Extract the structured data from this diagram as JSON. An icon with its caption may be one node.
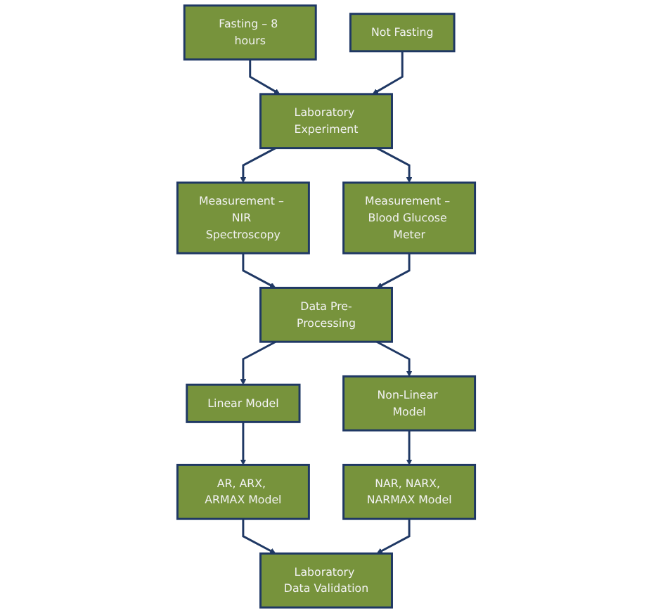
{
  "diagram": {
    "nodes": [
      {
        "text": [
          "Fasting – 8 hours"
        ]
      },
      {
        "text": [
          "Not Fasting"
        ]
      },
      {
        "text": [
          "Laboratory Experiment"
        ]
      },
      {
        "text": [
          "Measurement – NIR Spectroscopy"
        ]
      },
      {
        "text": [
          "Measurement – Blood Glucose Meter"
        ]
      },
      {
        "text": [
          "Data Pre-Processing"
        ]
      },
      {
        "text": [
          "Linear Model"
        ]
      },
      {
        "text": [
          "Non-Linear Model"
        ]
      },
      {
        "text": [
          "AR, ARX, ARMAX Model"
        ]
      },
      {
        "text": [
          "NAR, NARX, NARMAX Model"
        ]
      },
      {
        "text": [
          "Laboratory Data Validation"
        ]
      }
    ],
    "edges": [
      {
        "from": 0,
        "to": 2,
        "arrow": "to"
      },
      {
        "from": 1,
        "to": 2,
        "arrow": "to"
      },
      {
        "from": 2,
        "to": 3,
        "arrow": "to"
      },
      {
        "from": 2,
        "to": 4,
        "arrow": "to"
      },
      {
        "from": 3,
        "to": 5,
        "arrow": "to"
      },
      {
        "from": 4,
        "to": 5,
        "arrow": "to"
      },
      {
        "from": 5,
        "to": 6,
        "arrow": "to"
      },
      {
        "from": 5,
        "to": 7,
        "arrow": "to"
      },
      {
        "from": 6,
        "to": 8,
        "arrow": "to"
      },
      {
        "from": 7,
        "to": 9,
        "arrow": "to"
      },
      {
        "from": 8,
        "to": 10,
        "arrow": "to"
      },
      {
        "from": 9,
        "to": 10,
        "arrow": "to"
      }
    ]
  }
}
